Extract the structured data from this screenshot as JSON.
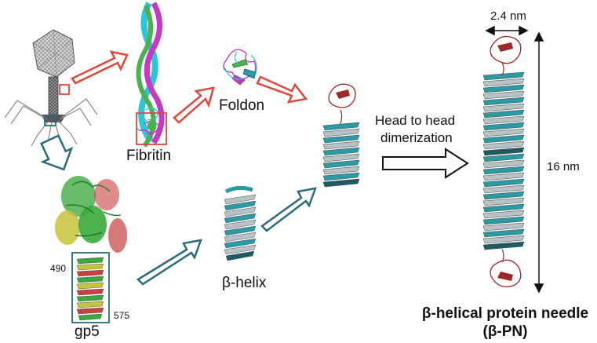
{
  "labels": {
    "fibritin": "Fibritin",
    "foldon": "Foldon",
    "beta_helix": "β-helix",
    "gp5": "gp5",
    "residue_start": "490",
    "residue_end": "575",
    "head_to_head": "Head to head",
    "dimerization": "dimerization",
    "width": "2.4 nm",
    "length": "16 nm",
    "title_line1": "β-helical protein needle",
    "title_line2": "(β-PN)"
  },
  "colors": {
    "red_arrow": "#e0473a",
    "teal_arrow": "#2a6b7c",
    "foldon_red": "#9c2a2a",
    "helix_teal": "#2a9aa4",
    "helix_dark": "#1d5a63",
    "helix_grey": "#b7c2c6",
    "gp5_green": "#3aa83a",
    "gp5_yellow": "#c8c23a",
    "gp5_red": "#c84040",
    "fibritin_cyan": "#2cc6d6",
    "fibritin_magenta": "#c43ac4",
    "fibritin_green": "#4caf50"
  }
}
